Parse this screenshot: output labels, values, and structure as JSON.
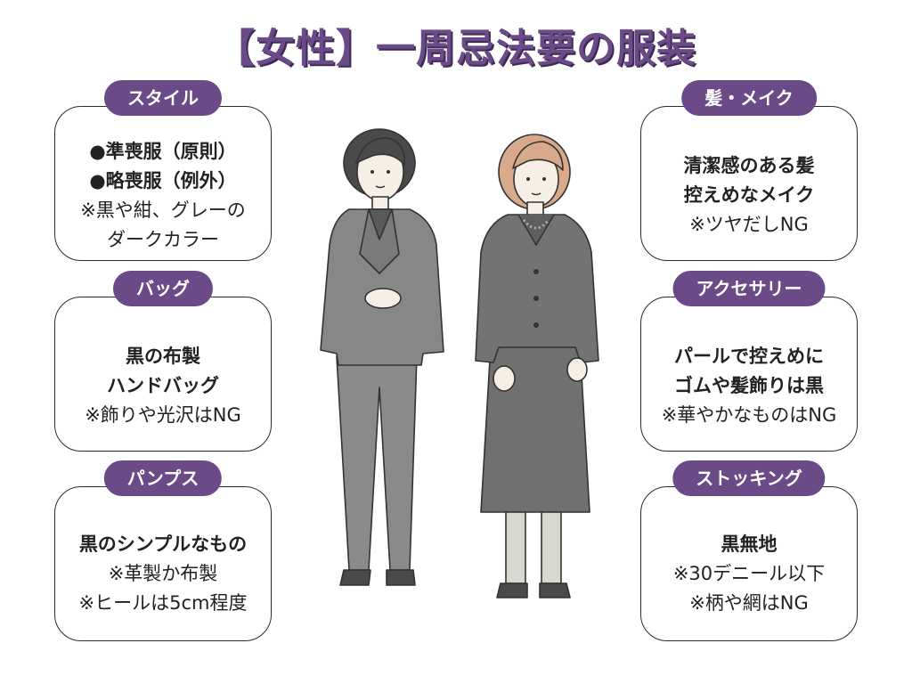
{
  "title": "【女性】一周忌法要の服装",
  "cards": [
    {
      "heading": "スタイル",
      "lines": [
        {
          "text": "●準喪服（原則）",
          "bold": true
        },
        {
          "text": "●略喪服（例外）",
          "bold": true
        },
        {
          "text": "※黒や紺、グレーの",
          "bold": false
        },
        {
          "text": "ダークカラー",
          "bold": false
        }
      ]
    },
    {
      "heading": "バッグ",
      "lines": [
        {
          "text": "黒の布製",
          "bold": true
        },
        {
          "text": "ハンドバッグ",
          "bold": true
        },
        {
          "text": "※飾りや光沢はNG",
          "bold": false
        }
      ]
    },
    {
      "heading": "パンプス",
      "lines": [
        {
          "text": "黒のシンプルなもの",
          "bold": true
        },
        {
          "text": "※革製か布製",
          "bold": false
        },
        {
          "text": "※ヒールは5cm程度",
          "bold": false
        }
      ]
    },
    {
      "heading": "髪・メイク",
      "lines": [
        {
          "text": "清潔感のある髪",
          "bold": true
        },
        {
          "text": "控えめなメイク",
          "bold": true
        },
        {
          "text": "※ツヤだしNG",
          "bold": false
        }
      ]
    },
    {
      "heading": "アクセサリー",
      "lines": [
        {
          "text": "パールで控えめに",
          "bold": true
        },
        {
          "text": "ゴムや髪飾りは黒",
          "bold": true
        },
        {
          "text": "※華やかなものはNG",
          "bold": false
        }
      ]
    },
    {
      "heading": "ストッキング",
      "lines": [
        {
          "text": "黒無地",
          "bold": true
        },
        {
          "text": "※30デニール以下",
          "bold": false
        },
        {
          "text": "※柄や網はNG",
          "bold": false
        }
      ]
    }
  ],
  "colors": {
    "accent": "#6b4a88",
    "suit_gray": "#808080",
    "dress_gray": "#6f6f6f"
  }
}
